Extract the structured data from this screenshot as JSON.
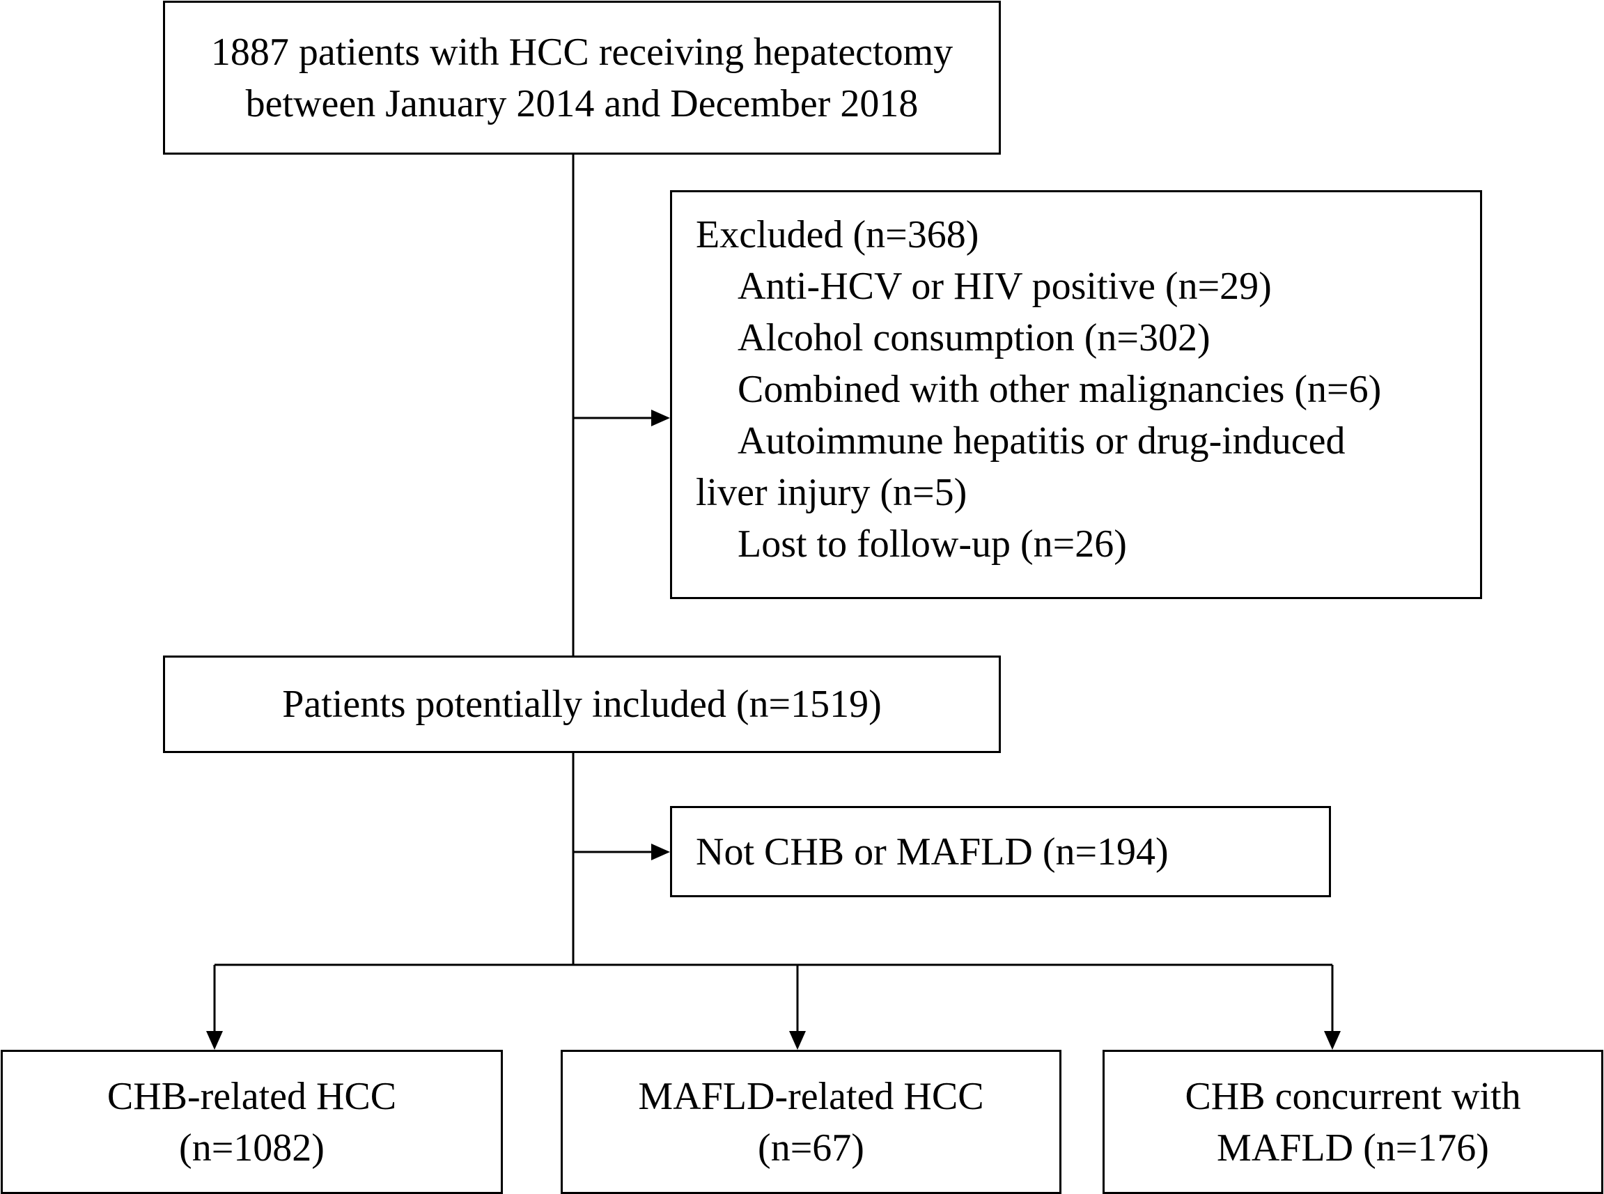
{
  "nodes": {
    "top": [
      "1887 patients with HCC receiving hepatectomy",
      "between January 2014 and December 2018"
    ],
    "excluded": {
      "title": "Excluded (n=368)",
      "items": [
        "Anti-HCV or HIV positive (n=29)",
        "Alcohol consumption (n=302)",
        "Combined with other malignancies (n=6)",
        "Autoimmune hepatitis or drug-induced"
      ],
      "wrap": "liver injury (n=5)",
      "last": "Lost to follow-up (n=26)"
    },
    "potential": "Patients potentially included (n=1519)",
    "not_chb": "Not CHB or MAFLD (n=194)",
    "groups": [
      [
        "CHB-related HCC",
        "(n=1082)"
      ],
      [
        "MAFLD-related HCC",
        "(n=67)"
      ],
      [
        "CHB concurrent with",
        "MAFLD (n=176)"
      ]
    ]
  },
  "colors": {
    "line": "#000000",
    "background": "#ffffff"
  }
}
